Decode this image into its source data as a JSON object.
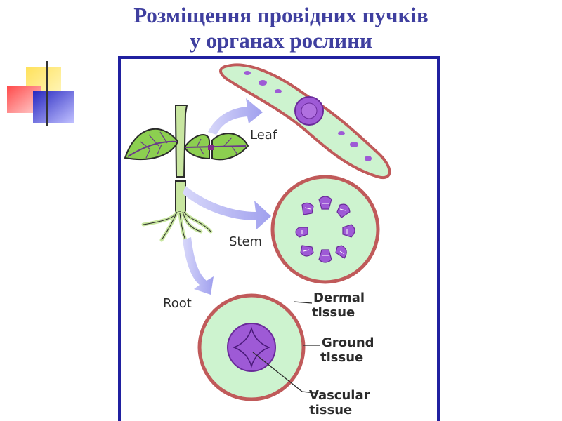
{
  "title": {
    "line1": "Розміщення провідних пучків",
    "line2": "у органах рослини"
  },
  "diagram": {
    "labels": {
      "leaf": "Leaf",
      "stem": "Stem",
      "root": "Root",
      "dermal_1": "Dermal",
      "dermal_2": "tissue",
      "ground_1": "Ground",
      "ground_2": "tissue",
      "vascular_1": "Vascular",
      "vascular_2": "tissue"
    },
    "colors": {
      "frame": "#2020a0",
      "title": "#3f3f9f",
      "dermal": "#c05a5a",
      "ground": "#cdf3cf",
      "vascular": "#9e5ad6",
      "arrow": "#a8a8f0",
      "leaf_green": "#8ccf50",
      "stem_green": "#c8e6a0"
    }
  }
}
